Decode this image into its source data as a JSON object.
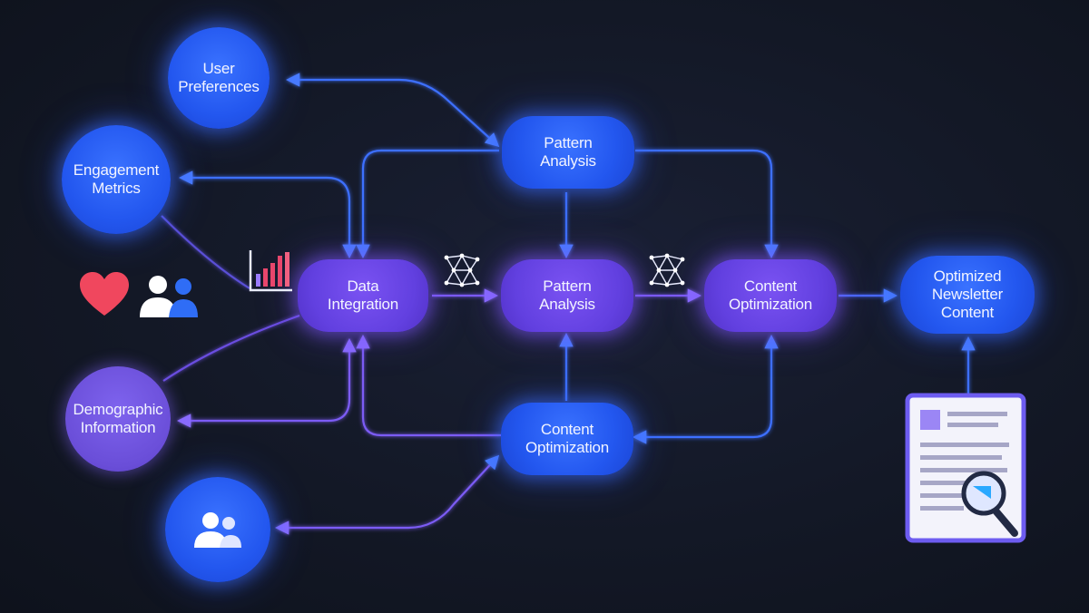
{
  "nodes": {
    "user_preferences": [
      "User",
      "Preferences"
    ],
    "engagement_metrics": [
      "Engagement",
      "Metrics"
    ],
    "demographic_information": [
      "Demographic",
      "Information"
    ],
    "data_integration": [
      "Data",
      "Integration"
    ],
    "pattern_analysis_top": [
      "Pattern",
      "Analysis"
    ],
    "pattern_analysis_mid": [
      "Pattern",
      "Analysis"
    ],
    "content_optimization_mid": [
      "Content",
      "Optimization"
    ],
    "content_optimization_bottom": [
      "Content",
      "Optimization"
    ],
    "optimized_newsletter": [
      "Optimized",
      "Newsletter",
      "Content"
    ]
  },
  "icons": {
    "bar_chart": "bar-chart-icon",
    "heart": "heart-icon",
    "users": "users-icon",
    "network_1": "network-icon",
    "network_2": "network-icon",
    "audience": "users-icon",
    "document": "document-search-icon"
  },
  "colors": {
    "background": "#131826",
    "blue_node": "#2357ef",
    "purple_node": "#6240e0",
    "blue_line": "#3d6fff",
    "purple_line": "#7b5cf5",
    "heart": "#f0475e"
  }
}
